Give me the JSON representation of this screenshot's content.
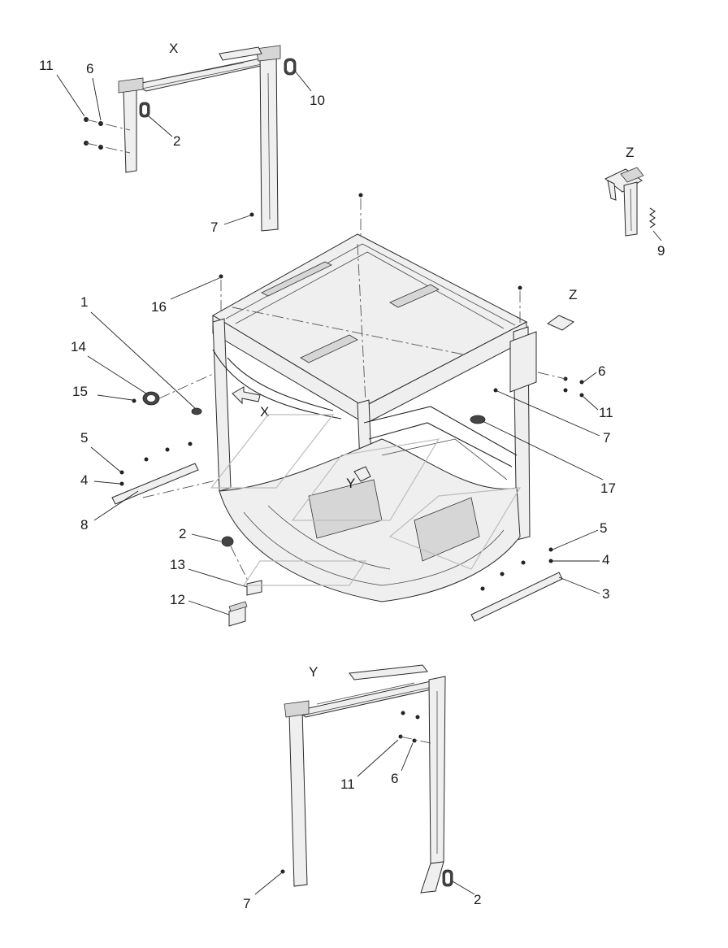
{
  "views": {
    "x": "X",
    "y": "Y",
    "z": "Z",
    "main_x": "X",
    "main_y": "Y",
    "main_z": "Z"
  },
  "callouts": {
    "x_11": "11",
    "x_6": "6",
    "x_10": "10",
    "x_2": "2",
    "x_7": "7",
    "z_9": "9",
    "m_16": "16",
    "m_1": "1",
    "m_14": "14",
    "m_15": "15",
    "m_5": "5",
    "m_4": "4",
    "m_8": "8",
    "m_2": "2",
    "m_13": "13",
    "m_12": "12",
    "m_6": "6",
    "m_11": "11",
    "m_7": "7",
    "m_17": "17",
    "m_5b": "5",
    "m_4b": "4",
    "m_3": "3",
    "y_11": "11",
    "y_6": "6",
    "y_7": "7",
    "y_2": "2"
  },
  "colors": {
    "line": "#262626",
    "panel": "#efefef",
    "watermark": "#bdbdbd"
  }
}
